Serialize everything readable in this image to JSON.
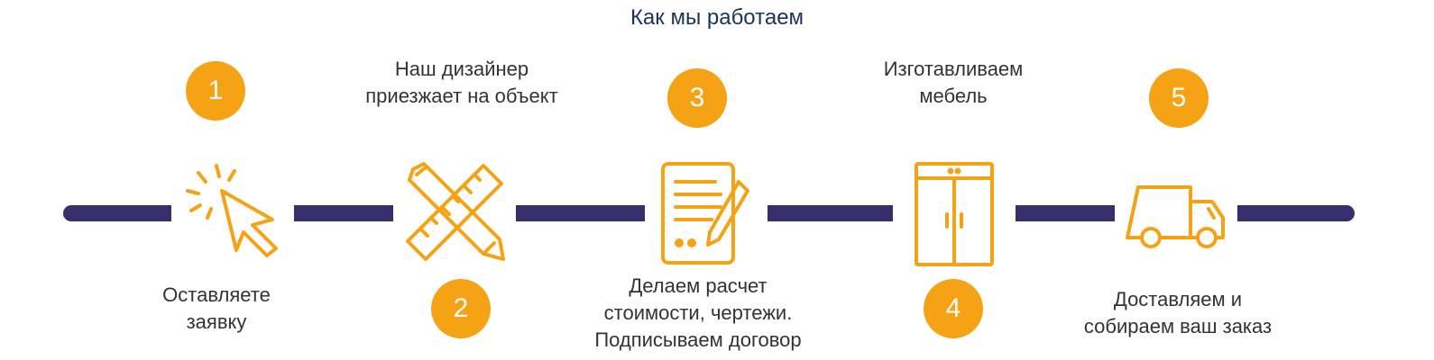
{
  "title": "Как мы работаем",
  "accent_color": "#f5a314",
  "track_color": "#352f6b",
  "steps": [
    {
      "number": "1",
      "label": "Оставляете\nзаявку",
      "icon": "cursor-click-icon"
    },
    {
      "number": "2",
      "label": "Наш дизайнер\nприезжает на  объект",
      "icon": "ruler-pencil-icon"
    },
    {
      "number": "3",
      "label": "Делаем расчет\nстоимости, чертежи.\nПодписываем договор",
      "icon": "document-sign-icon"
    },
    {
      "number": "4",
      "label": "Изготавливаем\nмебель",
      "icon": "wardrobe-icon"
    },
    {
      "number": "5",
      "label": "Доставляем и\nсобираем ваш заказ",
      "icon": "delivery-truck-icon"
    }
  ]
}
